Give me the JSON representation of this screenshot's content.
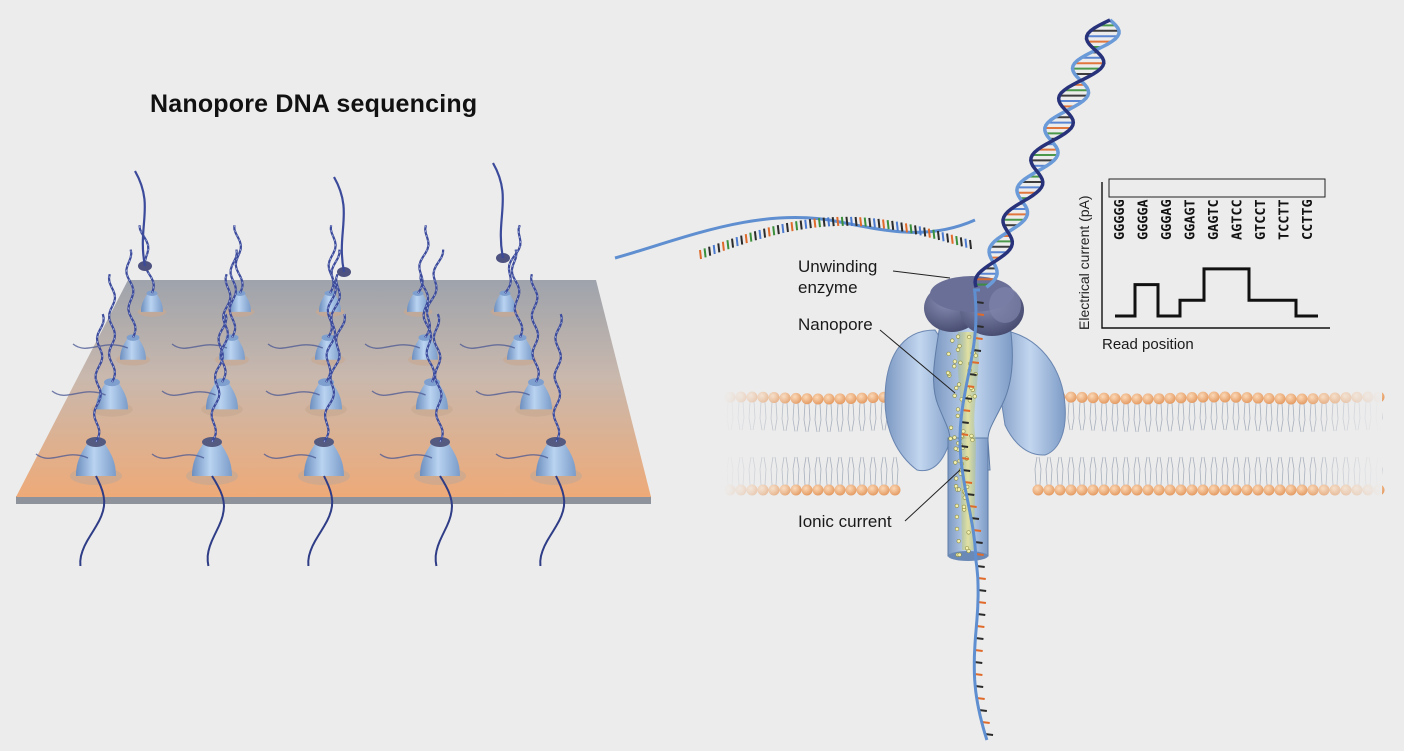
{
  "title": "Nanopore DNA sequencing",
  "labels": {
    "unwinding_enzyme_line1": "Unwinding",
    "unwinding_enzyme_line2": "enzyme",
    "nanopore": "Nanopore",
    "ionic_current": "Ionic current"
  },
  "chart": {
    "ylabel": "Electrical current (pA)",
    "xlabel": "Read position",
    "kmers": [
      "GGGGG",
      "GGGGA",
      "GGGAG",
      "GGAGT",
      "GAGTC",
      "AGTCC",
      "GTCCT",
      "TCCTT",
      "CCTTG"
    ]
  },
  "chart_data": {
    "type": "line",
    "title": "",
    "xlabel": "Read position",
    "ylabel": "Electrical current (pA)",
    "step_levels": [
      0,
      2,
      0,
      1,
      3,
      3,
      1,
      1,
      0
    ]
  },
  "colors": {
    "background": "#ececec",
    "pore": "#9bbbe0",
    "pore_dark": "#5e7ca6",
    "enzyme": "#5a5f86",
    "dna": "#2a3a86",
    "membrane_head": "#f0b98a",
    "substrate_top": "#e9a87a",
    "substrate_bottom": "#8f98a6"
  }
}
